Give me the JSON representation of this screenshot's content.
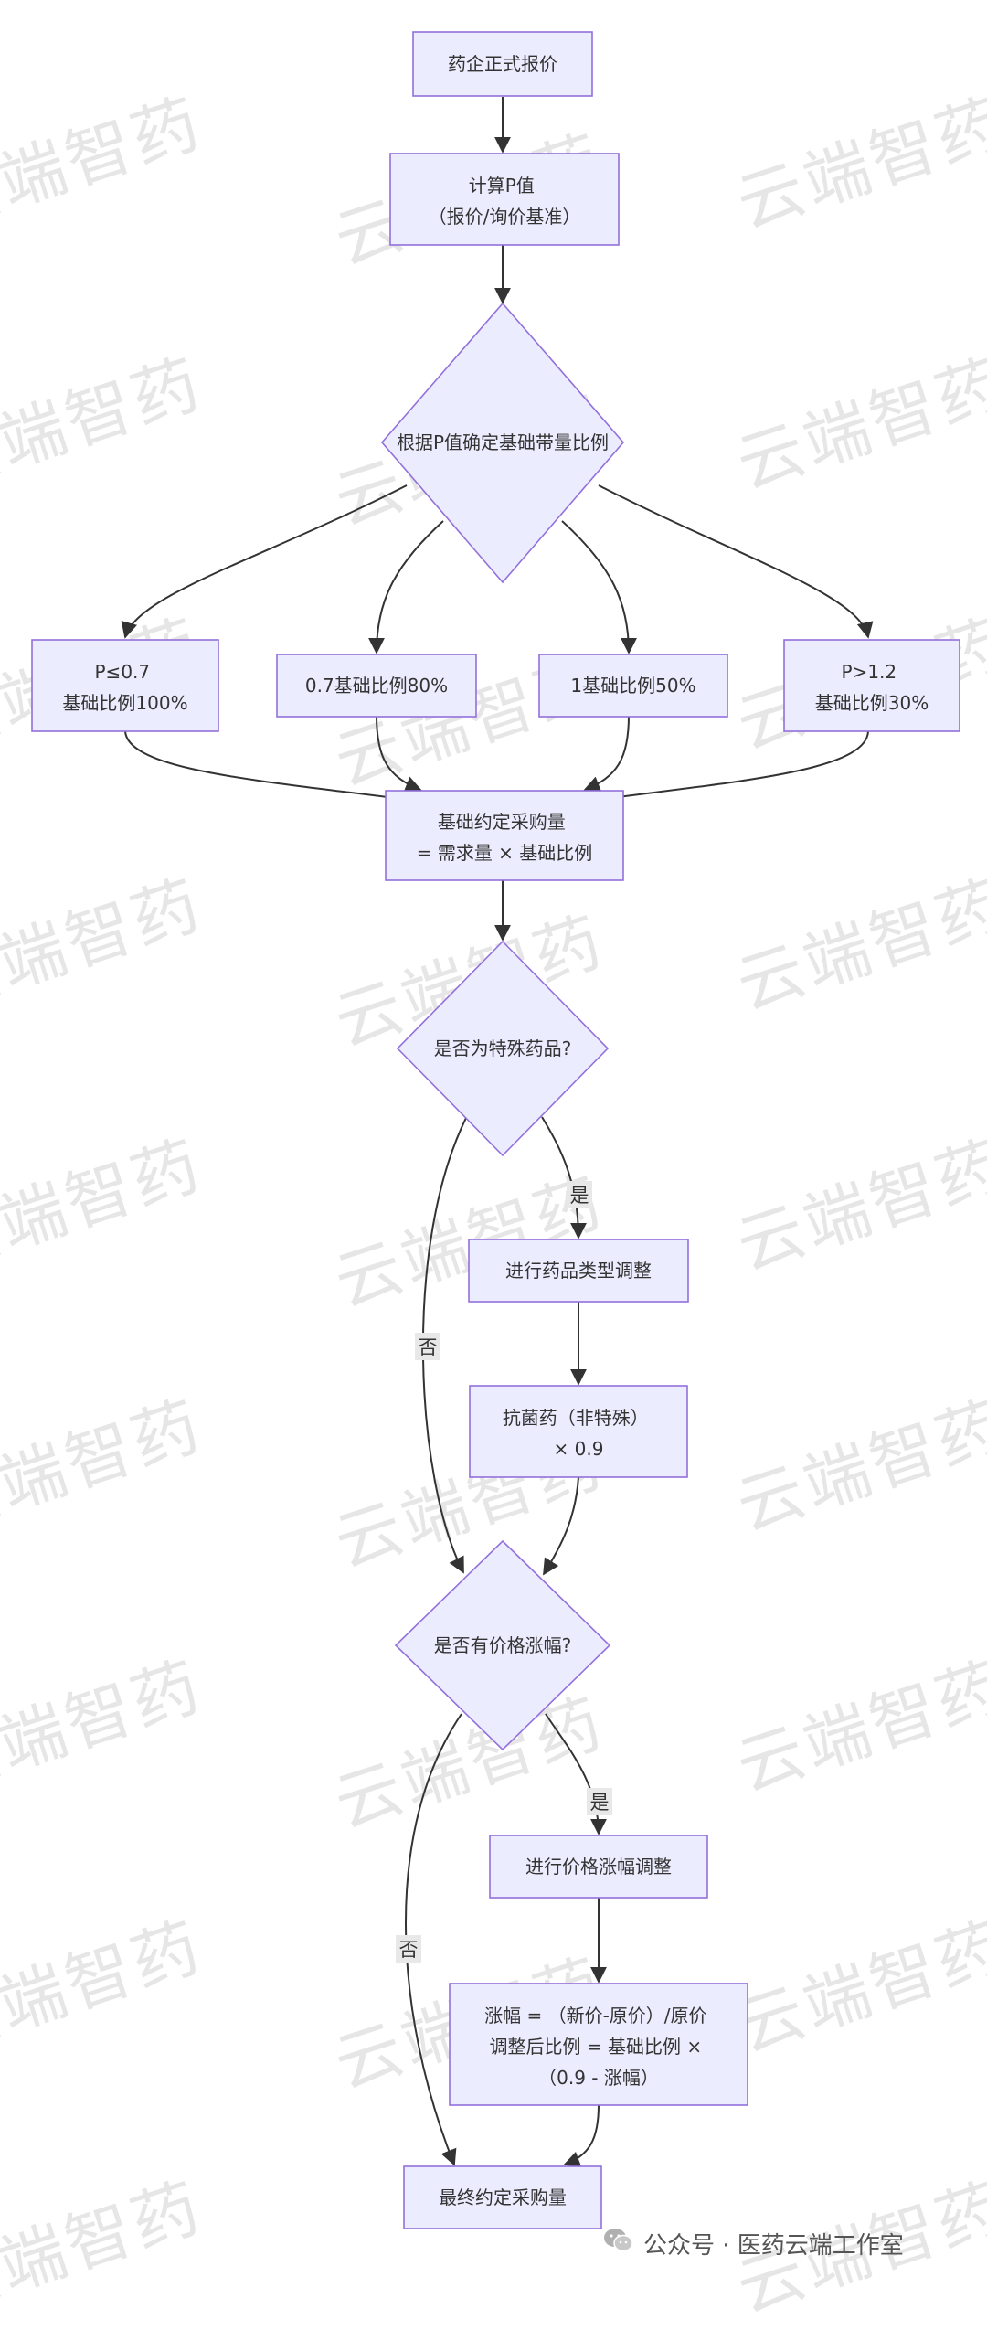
{
  "watermark": "云端智药",
  "colors": {
    "node_fill": "#ECECFF",
    "node_stroke": "#9370DB",
    "edge": "#333333",
    "text": "#333333"
  },
  "nodes": {
    "quote": [
      "药企正式报价"
    ],
    "calc_p": [
      "计算P值",
      "（报价/询价基准）"
    ],
    "determine_ratio": [
      "根据P值确定基础带量比例"
    ],
    "case_le_07": [
      "P≤0.7",
      "基础比例100%"
    ],
    "case_07": [
      "0.7基础比例80%"
    ],
    "case_1": [
      "1基础比例50%"
    ],
    "case_gt_12": [
      "P>1.2",
      "基础比例30%"
    ],
    "base_volume": [
      "基础约定采购量",
      "= 需求量 × 基础比例"
    ],
    "special_drug_q": [
      "是否为特殊药品?"
    ],
    "type_adjust": [
      "进行药品类型调整"
    ],
    "antibiotic": [
      "抗菌药（非特殊）",
      "× 0.9"
    ],
    "price_rise_q": [
      "是否有价格涨幅?"
    ],
    "rise_adjust": [
      "进行价格涨幅调整"
    ],
    "rise_formula": [
      "涨幅 = （新价-原价）/原价",
      "调整后比例 = 基础比例 ×",
      "（0.9 - 涨幅）"
    ],
    "final_volume": [
      "最终约定采购量"
    ]
  },
  "edge_labels": {
    "special_yes": "是",
    "special_no": "否",
    "rise_yes": "是",
    "rise_no": "否"
  },
  "footer": {
    "icon": "wechat-icon",
    "text": "公众号 · 医药云端工作室"
  }
}
